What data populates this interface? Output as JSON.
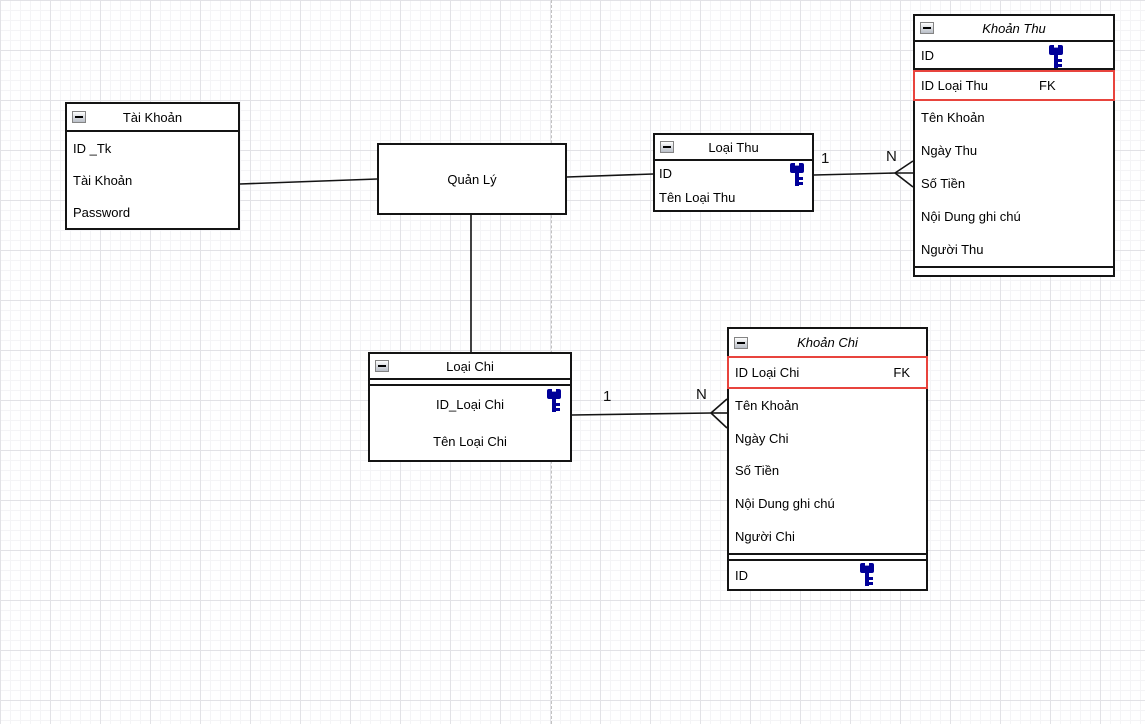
{
  "entities": {
    "tai_khoan": {
      "title": "Tài Khoản",
      "fields": [
        "ID _Tk",
        "Tài Khoản",
        "Password"
      ]
    },
    "quan_ly": {
      "title": "Quản Lý"
    },
    "loai_thu": {
      "title": "Loại Thu",
      "fields": [
        "ID",
        "Tên Loại Thu"
      ]
    },
    "khoan_thu": {
      "title": "Khoản Thu",
      "pk_field": "ID",
      "fk_field": "ID Loại Thu",
      "fk_tag": "FK",
      "fields": [
        "Tên Khoản",
        "Ngày Thu",
        "Số Tiền",
        "Nội Dung ghi chú",
        "Người Thu"
      ]
    },
    "loai_chi": {
      "title": "Loại Chi",
      "fields": [
        "ID_Loại Chi",
        "Tên Loại Chi"
      ]
    },
    "khoan_chi": {
      "title": "Khoản Chi",
      "fk_field": "ID Loại Chi",
      "fk_tag": "FK",
      "fields": [
        "Tên Khoản",
        "Ngày Chi",
        "Số Tiền",
        "Nội Dung ghi chú",
        "Người Chi"
      ],
      "pk_field": "ID"
    }
  },
  "relationships": {
    "loai_thu_khoan_thu": {
      "one": "1",
      "many": "N"
    },
    "loai_chi_khoan_chi": {
      "one": "1",
      "many": "N"
    }
  },
  "colors": {
    "fk_highlight": "#e8443d",
    "key_icon": "#000099",
    "entity_border": "#141414",
    "page_guide": "#c2c2c2"
  }
}
